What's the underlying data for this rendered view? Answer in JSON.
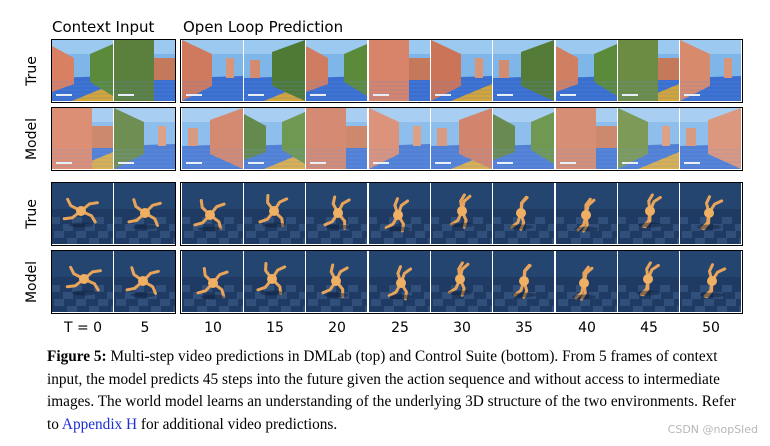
{
  "headers": {
    "context": "Context Input",
    "open_loop": "Open Loop Prediction"
  },
  "row_labels": [
    "True",
    "Model",
    "True",
    "Model"
  ],
  "time_steps": [
    "T = 0",
    "5",
    "10",
    "15",
    "20",
    "25",
    "30",
    "35",
    "40",
    "45",
    "50"
  ],
  "caption": {
    "label": "Figure 5:",
    "text_part1": " Multi-step video predictions in DMLab (top) and Control Suite (bottom). From 5 frames of context input, the model predicts 45 steps into the future given the action sequence and without access to intermediate images.  The world model learns an understanding of the underlying 3D structure of the two environments. Refer to ",
    "link": "Appendix H",
    "text_part2": " for additional video predictions."
  },
  "watermark": "CSDN @nopSled"
}
